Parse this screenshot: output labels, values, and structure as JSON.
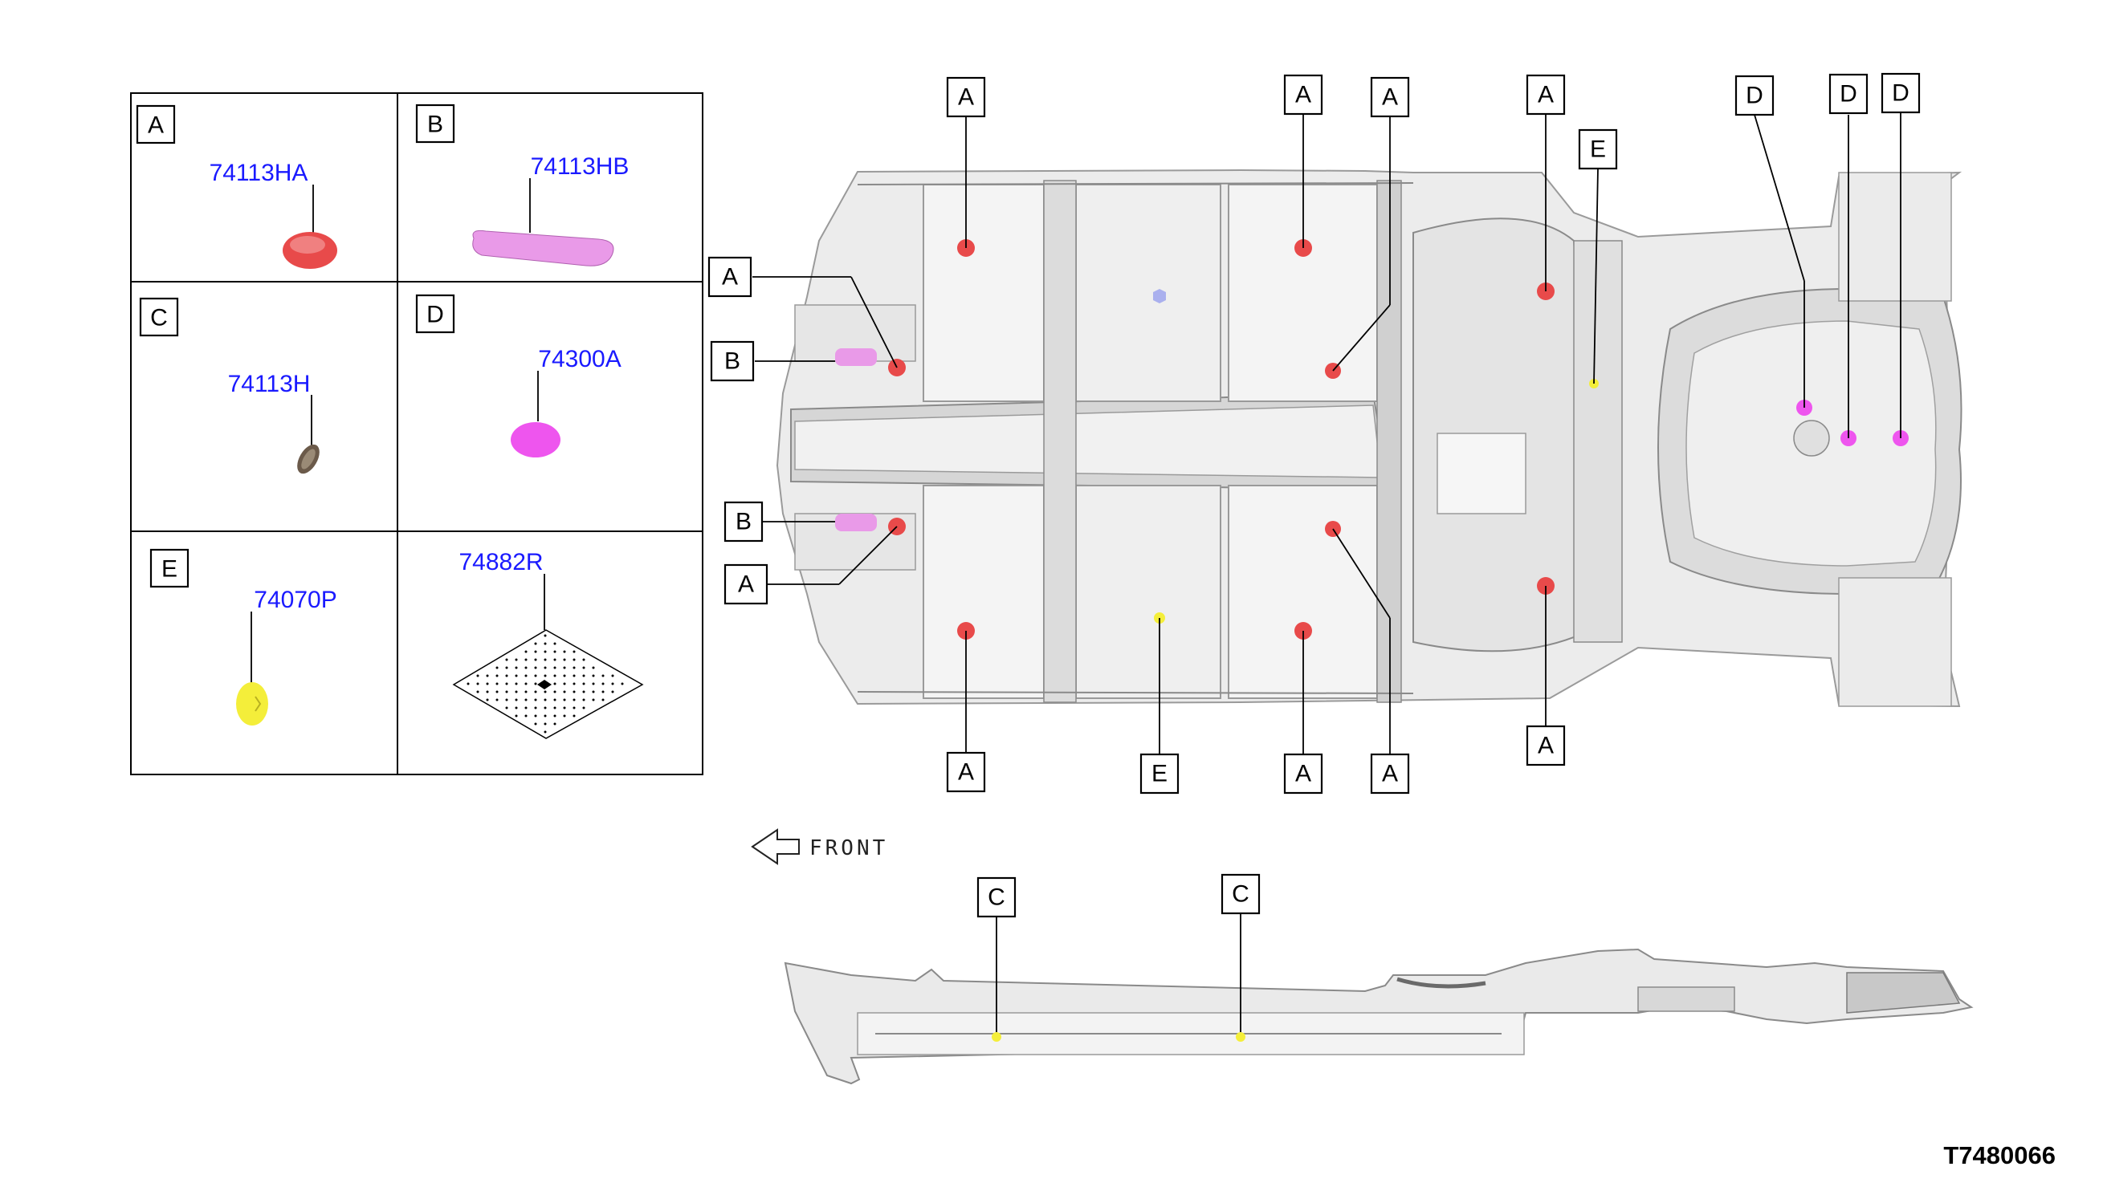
{
  "legend": {
    "cells": [
      {
        "key": "A",
        "part": "74113HA"
      },
      {
        "key": "B",
        "part": "74113HB"
      },
      {
        "key": "C",
        "part": "74113H"
      },
      {
        "key": "D",
        "part": "74300A"
      },
      {
        "key": "E",
        "part": "74070P"
      },
      {
        "key": "",
        "part": "74882R"
      }
    ]
  },
  "callouts": {
    "top_view": [
      "A",
      "A",
      "A",
      "A",
      "D",
      "D",
      "D",
      "E",
      "A",
      "B",
      "B",
      "A",
      "A",
      "E",
      "A",
      "A",
      "A"
    ],
    "side_view": [
      "C",
      "C"
    ]
  },
  "front_label": "FRONT",
  "ref_code": "T7480066",
  "colors": {
    "A": "#e84a4a",
    "B": "#e99ae8",
    "C": "#6b5a4a",
    "D": "#ee55ee",
    "E": "#f4ee3a",
    "part_number": "#1a1aff",
    "body": "#e9e9e9"
  }
}
